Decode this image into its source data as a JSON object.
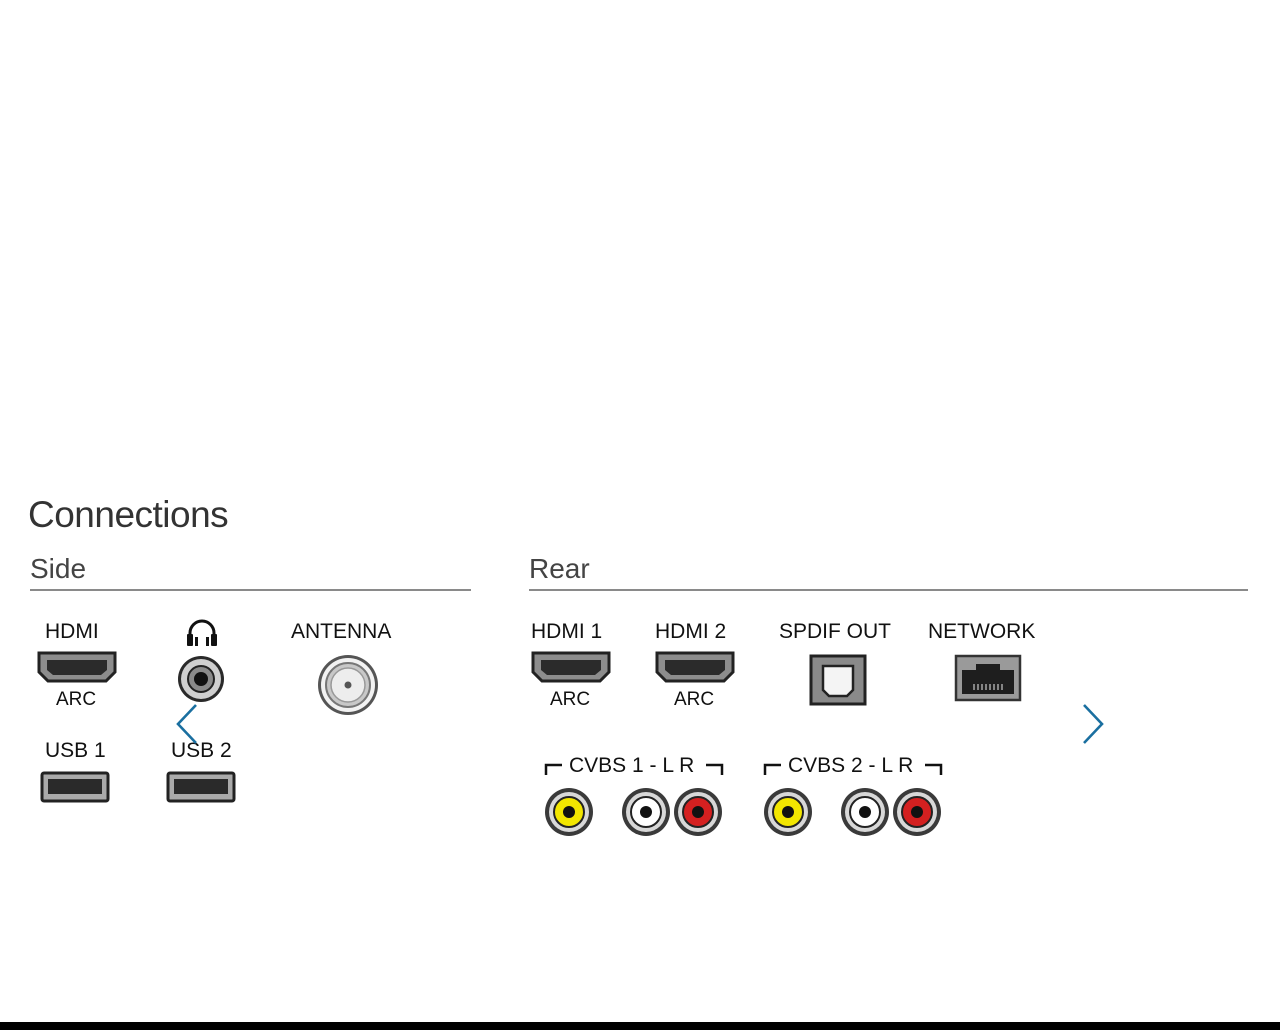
{
  "title": "Connections",
  "side": {
    "heading": "Side",
    "hdmi_label": "HDMI",
    "hdmi_sub": "ARC",
    "antenna_label": "ANTENNA",
    "usb1_label": "USB 1",
    "usb2_label": "USB 2",
    "headphone_icon": "headphones-icon"
  },
  "rear": {
    "heading": "Rear",
    "hdmi1_label": "HDMI 1",
    "hdmi1_sub": "ARC",
    "hdmi2_label": "HDMI 2",
    "hdmi2_sub": "ARC",
    "spdif_label": "SPDIF OUT",
    "network_label": "NETWORK",
    "cvbs1_label": "CVBS 1 - L R",
    "cvbs2_label": "CVBS 2 - L R"
  },
  "carousel": {
    "prev_icon": "chevron-left-icon",
    "next_icon": "chevron-right-icon"
  },
  "colors": {
    "accent": "#1a6fa0",
    "rca_yellow": "#f2e600",
    "rca_red": "#d42020",
    "rca_white": "#ffffff"
  }
}
